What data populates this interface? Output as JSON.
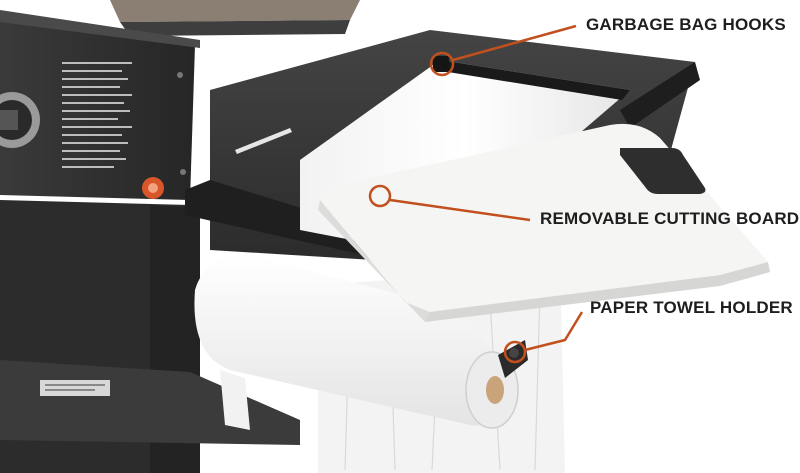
{
  "callouts": {
    "garbage_bag_hooks": "GARBAGE BAG HOOKS",
    "cutting_board": "REMOVABLE CUTTING BOARD",
    "paper_towel_holder": "PAPER TOWEL HOLDER"
  },
  "colors": {
    "callout_line": "#c2501f",
    "label_text": "#1e1e1e",
    "grill_body": "#2b2b2b",
    "board": "#f4f4f2",
    "towel": "#f7f7f7"
  }
}
